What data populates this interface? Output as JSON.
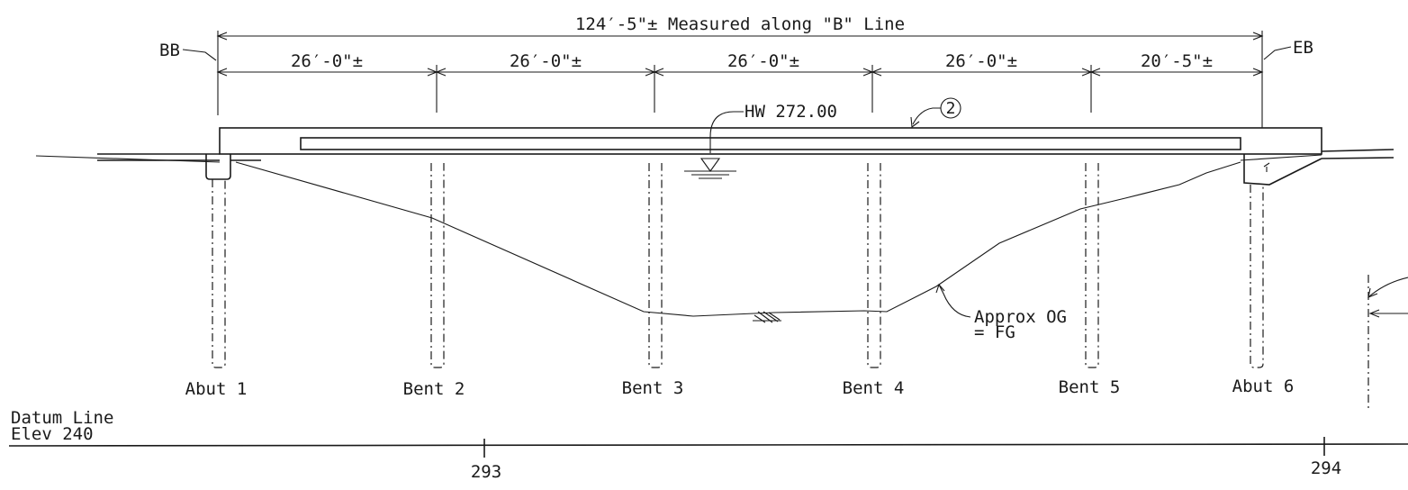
{
  "overall_dimension": "124′-5\"± Measured along \"B\" Line",
  "bb_label": "BB",
  "eb_label": "EB",
  "span_dimensions": [
    "26′-0\"±",
    "26′-0\"±",
    "26′-0\"±",
    "26′-0\"±",
    "20′-5\"±"
  ],
  "high_water": "HW 272.00",
  "callout_number": "2",
  "ground_note_line1": "Approx OG",
  "ground_note_line2": "= FG",
  "supports": [
    "Abut 1",
    "Bent 2",
    "Bent 3",
    "Bent 4",
    "Bent 5",
    "Abut 6"
  ],
  "datum_line1": "Datum Line",
  "datum_line2": "Elev 240",
  "stations": [
    "293",
    "294"
  ]
}
